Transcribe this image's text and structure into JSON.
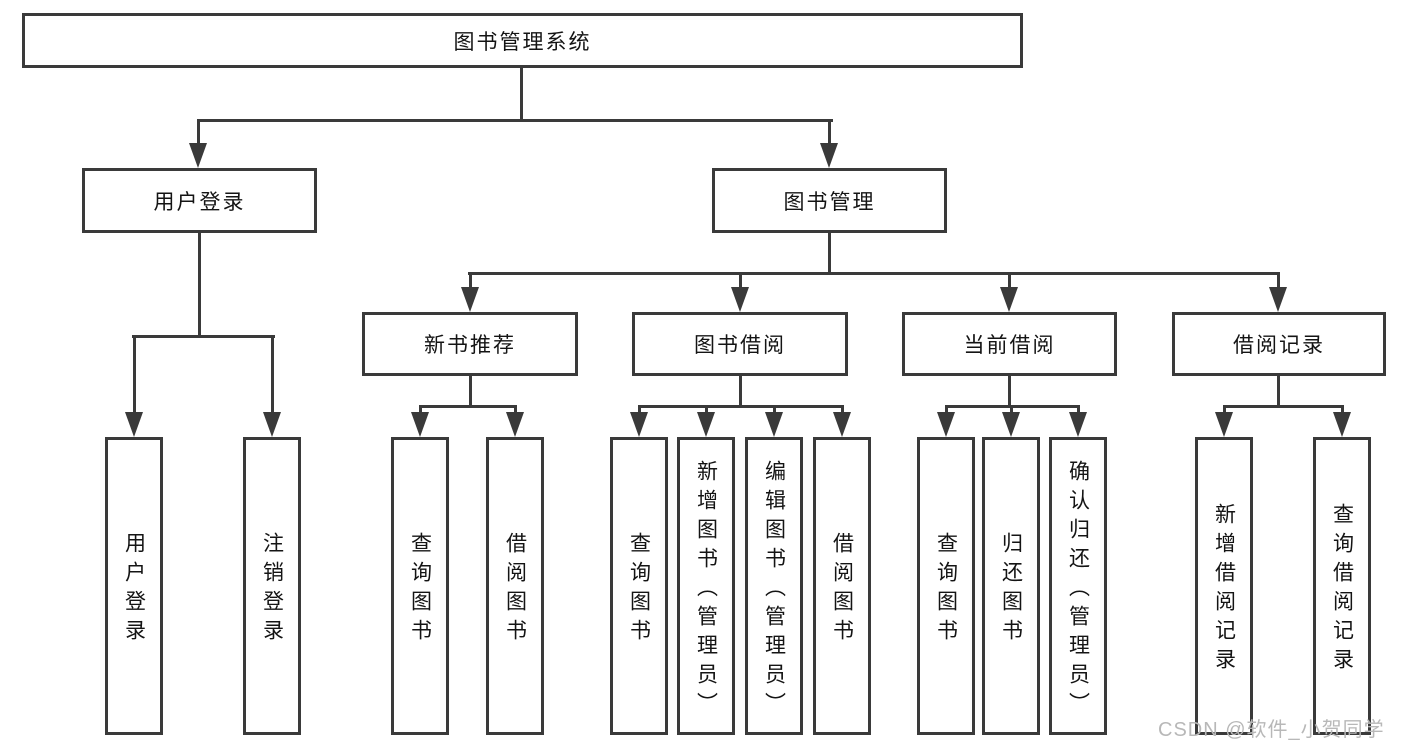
{
  "tree": {
    "label": "图书管理系统",
    "children": [
      {
        "label": "用户登录",
        "children": [
          {
            "label": "用户登录"
          },
          {
            "label": "注销登录"
          }
        ]
      },
      {
        "label": "图书管理",
        "children": [
          {
            "label": "新书推荐",
            "children": [
              {
                "label": "查询图书"
              },
              {
                "label": "借阅图书"
              }
            ]
          },
          {
            "label": "图书借阅",
            "children": [
              {
                "label": "查询图书"
              },
              {
                "label": "新增图书（管理员）"
              },
              {
                "label": "编辑图书（管理员）"
              },
              {
                "label": "借阅图书"
              }
            ]
          },
          {
            "label": "当前借阅",
            "children": [
              {
                "label": "查询图书"
              },
              {
                "label": "归还图书"
              },
              {
                "label": "确认归还（管理员）"
              }
            ]
          },
          {
            "label": "借阅记录",
            "children": [
              {
                "label": "新增借阅记录"
              },
              {
                "label": "查询借阅记录"
              }
            ]
          }
        ]
      }
    ]
  },
  "watermark": "CSDN @软件_小贺同学",
  "colors": {
    "line": "#3a3a3a",
    "text": "#141414",
    "background": "#ffffff",
    "watermark": "#b8b8b8"
  }
}
